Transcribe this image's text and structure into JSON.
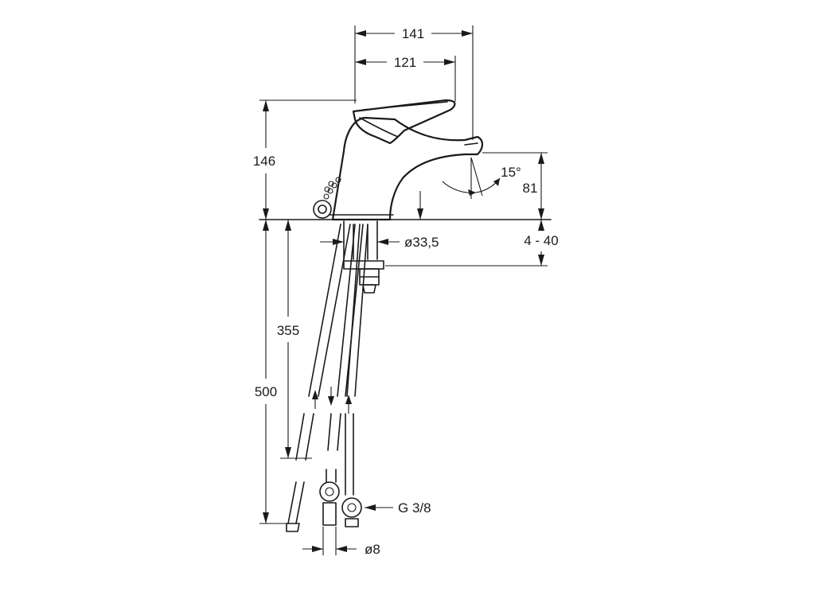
{
  "dimensions": {
    "width_total": "141",
    "width_spout": "121",
    "height_total": "146",
    "height_spout": "81",
    "spout_angle": "15°",
    "hole_diameter": "ø33,5",
    "deck_thickness": "4 - 40",
    "hose_length_short": "355",
    "hose_length_long": "500",
    "connection_thread": "G 3/8",
    "hose_diameter": "ø8"
  }
}
